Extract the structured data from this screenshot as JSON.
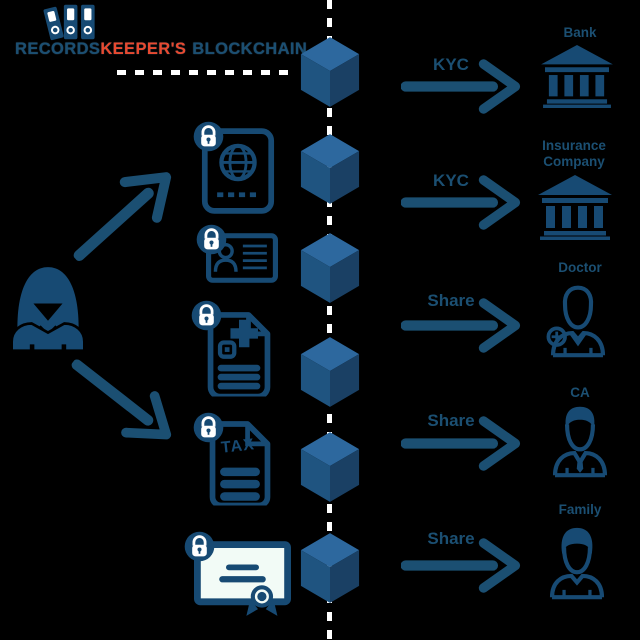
{
  "colors": {
    "background": "#000000",
    "navy": "#174a73",
    "text_navy": "#1b4f72",
    "red": "#e8492f",
    "dash": "#ffffff",
    "cube_top": "#2d689e",
    "cube_left": "#1f5480",
    "cube_right": "#1a4064",
    "certificate_fill": "#f2fbf6"
  },
  "logo": {
    "records": "RECORDS",
    "keepers": "KEEPER'S",
    "blockchain": "BLOCKCHAIN",
    "icon": "binders-icon"
  },
  "actor": {
    "icon": "woman-user-icon"
  },
  "documents": [
    {
      "name": "passport",
      "icon": "passport-icon",
      "locked": true
    },
    {
      "name": "id-card",
      "icon": "id-card-icon",
      "locked": true
    },
    {
      "name": "medical-record",
      "icon": "medical-record-icon",
      "locked": true
    },
    {
      "name": "tax-document",
      "icon": "tax-document-icon",
      "locked": true,
      "label": "TAX"
    },
    {
      "name": "certificate",
      "icon": "certificate-icon",
      "locked": true
    }
  ],
  "blockchain": {
    "block_count": 6,
    "icon": "cube-icon"
  },
  "flows": [
    {
      "action": "KYC",
      "target": "Bank",
      "icon": "bank-icon"
    },
    {
      "action": "KYC",
      "target": "Insurance Company",
      "icon": "bank-icon"
    },
    {
      "action": "Share",
      "target": "Doctor",
      "icon": "doctor-icon"
    },
    {
      "action": "Share",
      "target": "CA",
      "icon": "accountant-icon"
    },
    {
      "action": "Share",
      "target": "Family",
      "icon": "family-member-icon"
    }
  ]
}
